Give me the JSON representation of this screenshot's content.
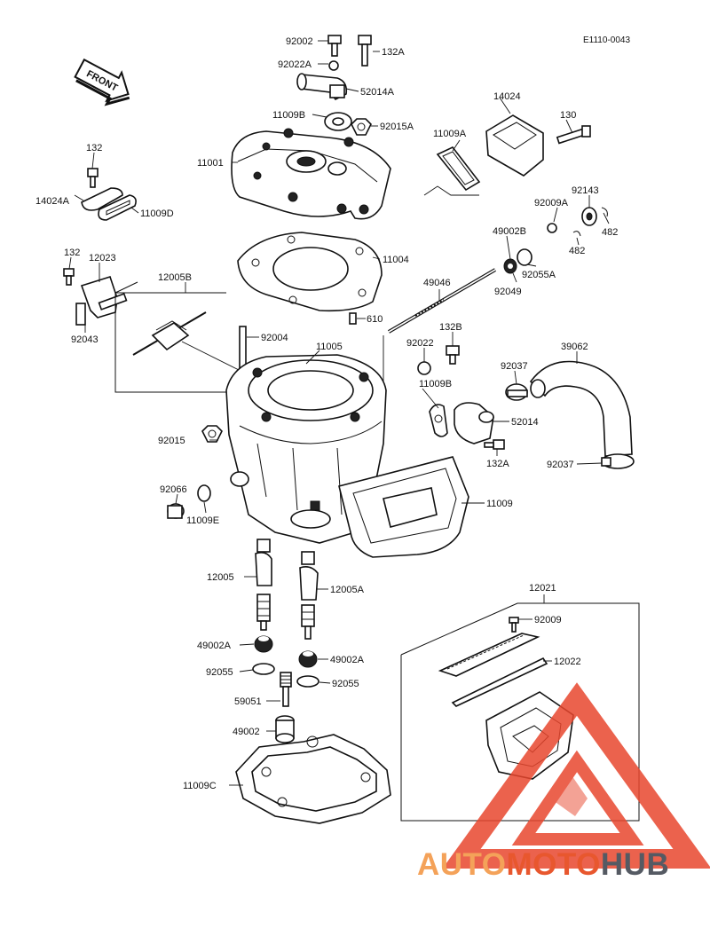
{
  "diagram": {
    "code": "E1110-0043",
    "front_arrow": "FRONT",
    "labels": [
      "92002",
      "132A",
      "92022A",
      "52014A",
      "11009B",
      "92015A",
      "14024",
      "11009A",
      "130",
      "132",
      "11001",
      "14024A",
      "11009D",
      "92009A",
      "92143",
      "49002B",
      "482",
      "482",
      "92055A",
      "92049",
      "132",
      "12023",
      "11004",
      "49046",
      "12005B",
      "92043",
      "610",
      "92004",
      "11005",
      "132B",
      "92022",
      "39062",
      "92037",
      "11009B",
      "52014",
      "92015",
      "132A",
      "92037",
      "92066",
      "11009E",
      "11009",
      "12005",
      "12005A",
      "12021",
      "92009",
      "49002A",
      "49002A",
      "12022",
      "92055",
      "92055",
      "59051",
      "49002",
      "11009C"
    ]
  },
  "watermark": {
    "part1": "AUTO",
    "part2": "MOTO",
    "part3": "HUB",
    "color_auto": "#f4a259",
    "color_moto": "#e8572e",
    "color_hub": "#555a63",
    "triangle_color": "#e8472e"
  }
}
